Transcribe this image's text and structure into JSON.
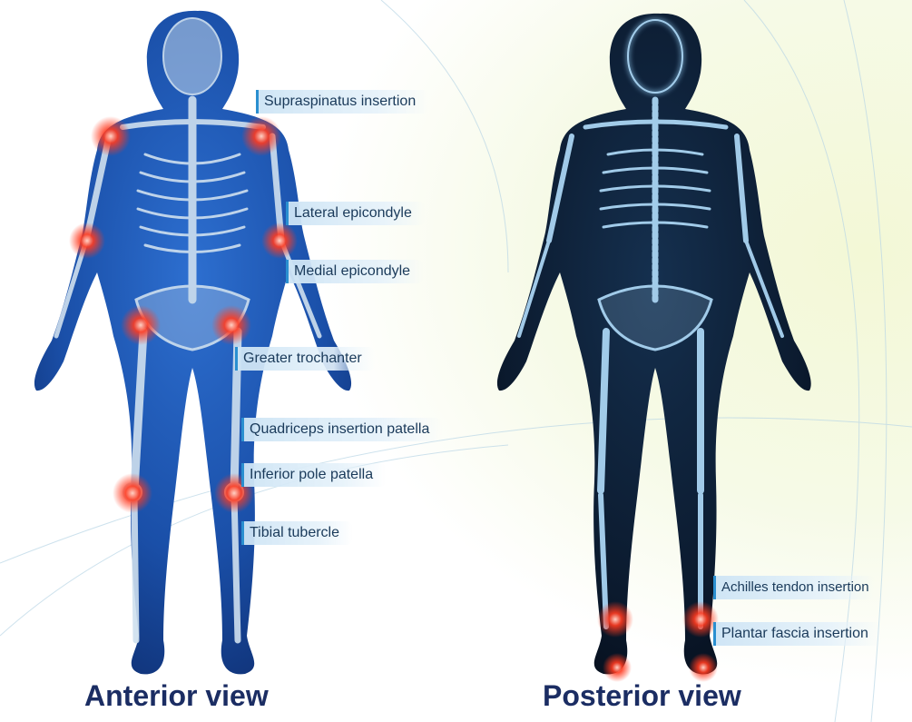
{
  "anterior": {
    "title": "Anterior view",
    "labels": [
      "Supraspinatus insertion",
      "Lateral epicondyle",
      "Medial epicondyle",
      "Greater trochanter",
      "Quadriceps insertion patella",
      "Inferior pole patella",
      "Tibial tubercle"
    ]
  },
  "posterior": {
    "title": "Posterior view",
    "labels": [
      "Achilles tendon insertion",
      "Plantar fascia insertion"
    ]
  },
  "colors": {
    "anterior_body": "#1a4fa8",
    "posterior_body": "#0b1a2e",
    "bone": "#cfe0ef",
    "hotspot": "#ff3a1f",
    "title": "#1b2d63",
    "label_bar": "#2a8fd0"
  }
}
